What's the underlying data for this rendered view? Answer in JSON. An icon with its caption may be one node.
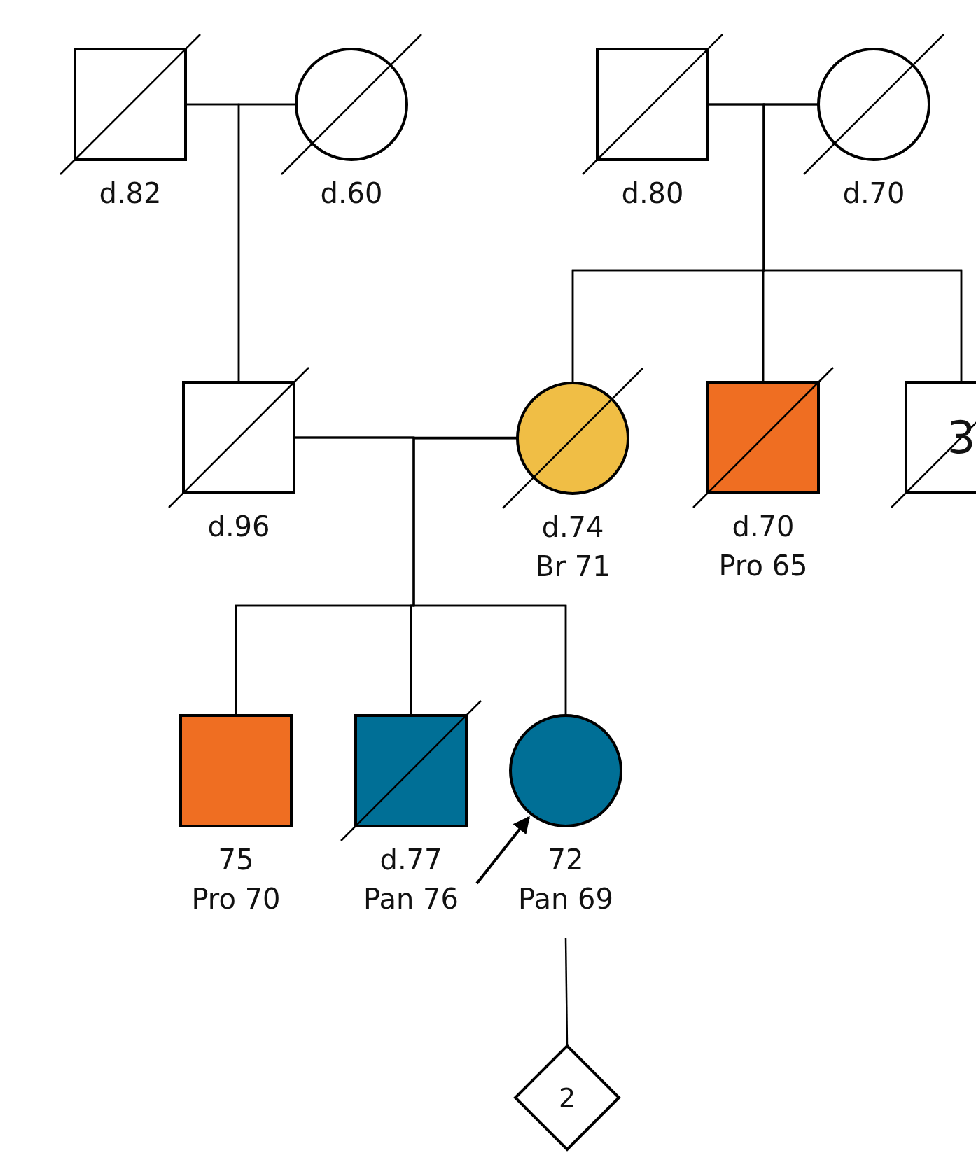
{
  "diagram": {
    "nodes": [
      {
        "text": [],
        "shape": "box",
        "beside": [
          "d.82"
        ]
      },
      {
        "text": [],
        "shape": "circle",
        "beside": [
          "d.60"
        ]
      },
      {
        "text": [],
        "shape": "box",
        "beside": [
          "d.80"
        ]
      },
      {
        "text": [],
        "shape": "circle",
        "beside": [
          "d.70"
        ]
      },
      {
        "text": [],
        "shape": "box",
        "beside": [
          "d.96"
        ]
      },
      {
        "text": [],
        "shape": "circle",
        "beside": [
          "d.74",
          "Br 71"
        ]
      },
      {
        "text": [],
        "shape": "box",
        "beside": [
          "d.70",
          "Pro 65"
        ]
      },
      {
        "text": [
          "3"
        ]
      },
      {
        "text": [],
        "shape": "box",
        "beside": [
          "75",
          "Pro 70"
        ]
      },
      {
        "text": [],
        "shape": "box",
        "beside": [
          "d.77",
          "Pan 76"
        ]
      },
      {
        "text": [],
        "shape": "circle",
        "beside": [
          "72",
          "Pan 69"
        ]
      },
      {
        "text": [
          "2"
        ]
      }
    ],
    "edges": [
      {
        "from": 0,
        "to": 1,
        "arrow": "none"
      },
      {
        "from": 0,
        "to": 4,
        "arrow": "none"
      },
      {
        "from": 1,
        "to": 4,
        "arrow": "none"
      },
      {
        "from": 2,
        "to": 3,
        "arrow": "none"
      },
      {
        "from": 2,
        "to": 5,
        "arrow": "none"
      },
      {
        "from": 3,
        "to": 5,
        "arrow": "none"
      },
      {
        "from": 2,
        "to": 6,
        "arrow": "none"
      },
      {
        "from": 3,
        "to": 6,
        "arrow": "none"
      },
      {
        "from": 2,
        "to": 7,
        "arrow": "none"
      },
      {
        "from": 3,
        "to": 7,
        "arrow": "none"
      },
      {
        "from": 4,
        "to": 5,
        "arrow": "none"
      },
      {
        "from": 4,
        "to": 8,
        "arrow": "none"
      },
      {
        "from": 5,
        "to": 8,
        "arrow": "none"
      },
      {
        "from": 4,
        "to": 9,
        "arrow": "none"
      },
      {
        "from": 5,
        "to": 9,
        "arrow": "none"
      },
      {
        "from": 4,
        "to": 10,
        "arrow": "none"
      },
      {
        "from": 5,
        "to": 10,
        "arrow": "none"
      },
      {
        "from": 10,
        "to": 11,
        "arrow": "none"
      },
      {
        "from": null,
        "to": 10,
        "arrow": "to"
      }
    ]
  }
}
